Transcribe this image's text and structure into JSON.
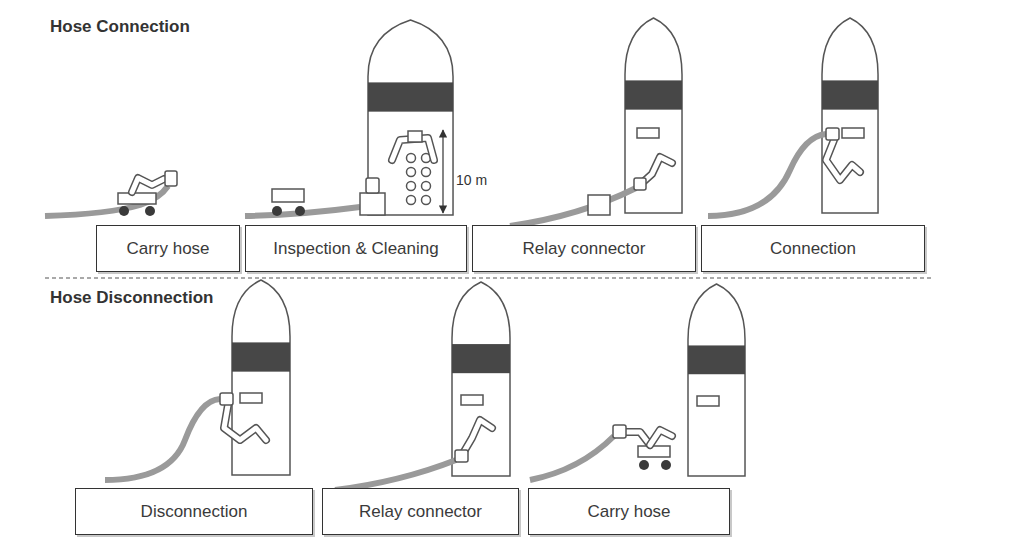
{
  "diagram": {
    "nodes": [
      {
        "text": [
          "Carry hose"
        ]
      },
      {
        "text": [
          "Inspection & Cleaning"
        ]
      },
      {
        "text": [
          "Relay connector"
        ]
      },
      {
        "text": [
          "Connection"
        ]
      },
      {
        "text": [
          "Disconnection"
        ]
      },
      {
        "text": [
          "Relay connector"
        ]
      },
      {
        "text": [
          "Carry hose"
        ]
      }
    ],
    "labels": [
      "Hose Connection",
      "Hose Disconnection",
      "10 m"
    ]
  }
}
